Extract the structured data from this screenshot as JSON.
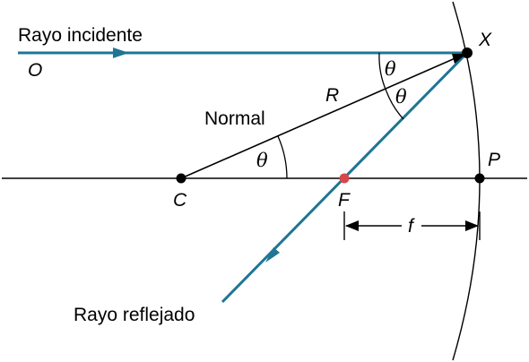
{
  "diagram": {
    "labels": {
      "incident_ray": "Rayo incidente",
      "reflected_ray": "Rayo reflejado",
      "normal": "Normal",
      "origin": "O",
      "center": "C",
      "focus": "F",
      "vertex": "P",
      "reflection_point": "X",
      "radius": "R",
      "focal_length": "f",
      "angle_at_center": "θ",
      "angle_incident": "θ",
      "angle_reflected": "θ"
    },
    "colors": {
      "ray": "#1f7594",
      "line": "#000000",
      "focus_point": "#d6474b",
      "point": "#000000"
    }
  }
}
